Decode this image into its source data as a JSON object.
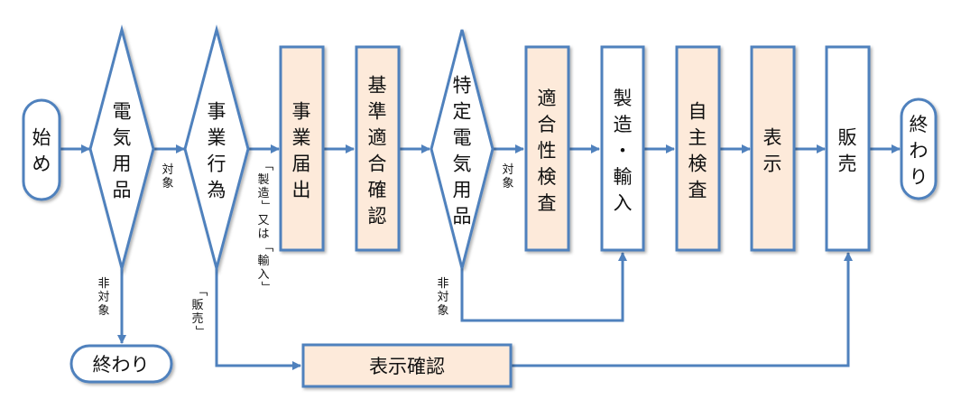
{
  "colors": {
    "stroke": "#4F81BD",
    "process_fill_highlight": "#FDEADA",
    "process_fill_plain": "#FFFFFF",
    "terminal_fill": "#FFFFFF",
    "decision_fill": "#FFFFFF",
    "text": "#111111"
  },
  "nodes": {
    "start": {
      "label": "始め",
      "type": "terminal"
    },
    "decision_electrical": {
      "label": "電気用品",
      "type": "decision"
    },
    "end_left": {
      "label": "終わり",
      "type": "terminal"
    },
    "decision_business": {
      "label": "事業行為",
      "type": "decision"
    },
    "business_notification": {
      "label": "事業届出",
      "type": "process",
      "highlight": true
    },
    "standard_conformity": {
      "label": "基準適合確認",
      "type": "process",
      "highlight": true
    },
    "decision_specified": {
      "label": "特定電気用品",
      "type": "decision"
    },
    "conformity_inspection": {
      "label": "適合性検査",
      "type": "process",
      "highlight": true
    },
    "manufacture_import": {
      "label": "製造・輸入",
      "type": "process",
      "highlight": false
    },
    "self_inspection": {
      "label": "自主検査",
      "type": "process",
      "highlight": true
    },
    "labeling": {
      "label": "表示",
      "type": "process",
      "highlight": true
    },
    "sales": {
      "label": "販売",
      "type": "process",
      "highlight": false
    },
    "end_right": {
      "label": "終わり",
      "type": "terminal"
    },
    "label_confirmation": {
      "label": "表示確認",
      "type": "process",
      "highlight": true
    }
  },
  "edges": [
    {
      "from": "start",
      "to": "decision_electrical",
      "label": ""
    },
    {
      "from": "decision_electrical",
      "to": "decision_business",
      "label": "対象"
    },
    {
      "from": "decision_electrical",
      "to": "end_left",
      "label": "非対象"
    },
    {
      "from": "decision_business",
      "to": "business_notification",
      "label": "「製造」又は「輸入」"
    },
    {
      "from": "decision_business",
      "to": "label_confirmation",
      "label": "「販売」"
    },
    {
      "from": "business_notification",
      "to": "standard_conformity",
      "label": ""
    },
    {
      "from": "standard_conformity",
      "to": "decision_specified",
      "label": ""
    },
    {
      "from": "decision_specified",
      "to": "conformity_inspection",
      "label": "対象"
    },
    {
      "from": "decision_specified",
      "to": "manufacture_import",
      "label": "非対象"
    },
    {
      "from": "conformity_inspection",
      "to": "manufacture_import",
      "label": ""
    },
    {
      "from": "manufacture_import",
      "to": "self_inspection",
      "label": ""
    },
    {
      "from": "self_inspection",
      "to": "labeling",
      "label": ""
    },
    {
      "from": "labeling",
      "to": "sales",
      "label": ""
    },
    {
      "from": "sales",
      "to": "end_right",
      "label": ""
    },
    {
      "from": "label_confirmation",
      "to": "sales",
      "label": ""
    }
  ]
}
